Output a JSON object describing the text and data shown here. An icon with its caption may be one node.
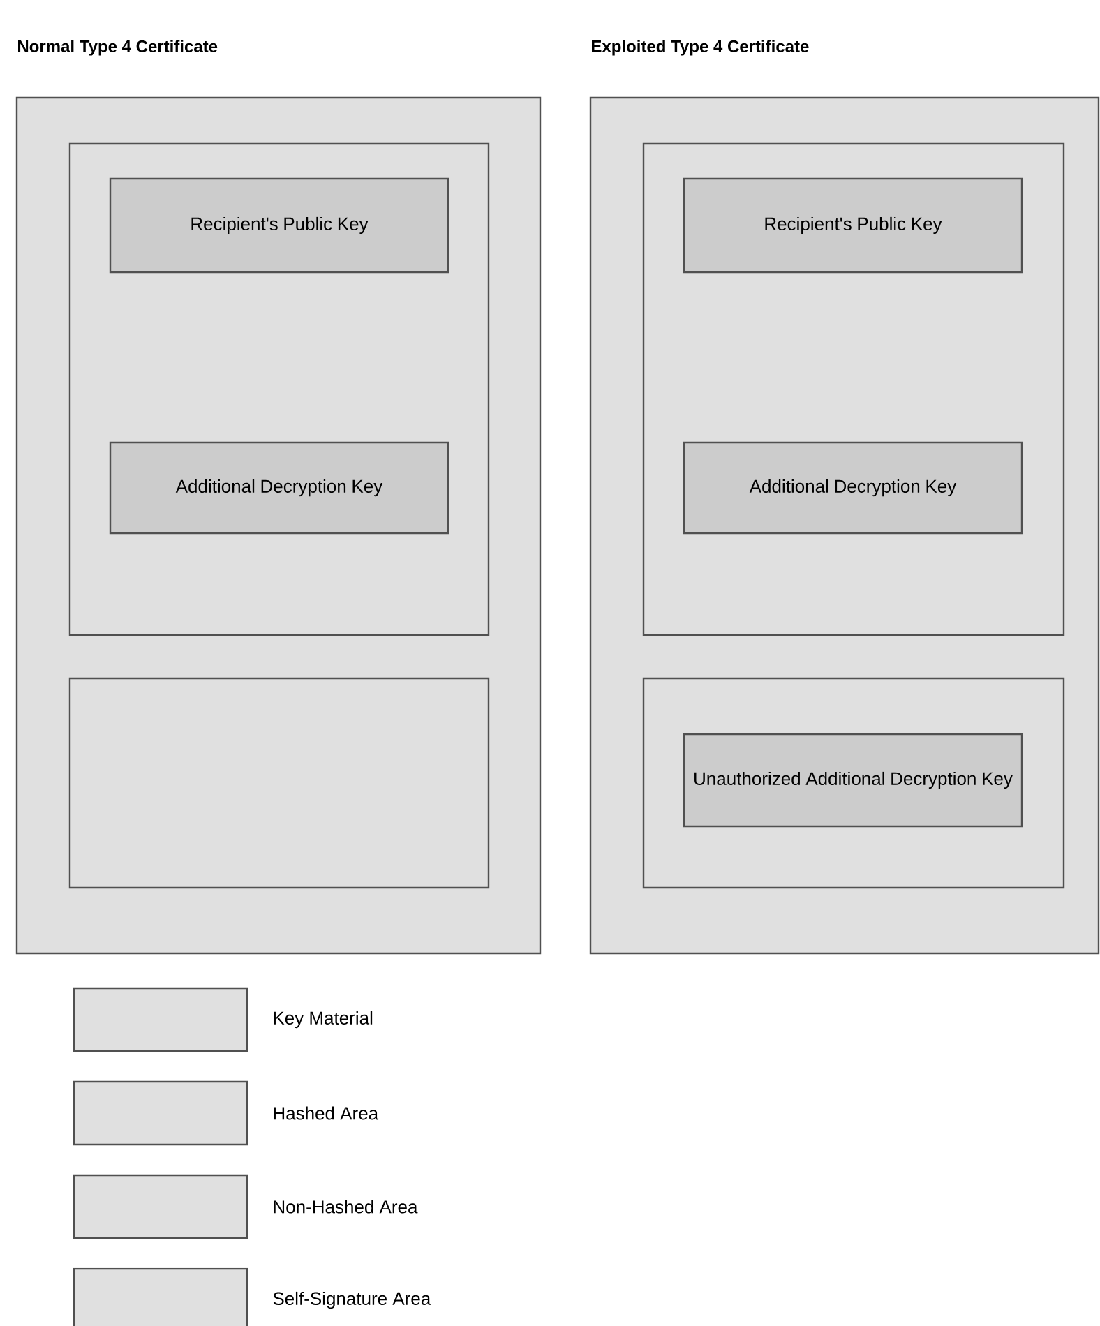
{
  "diagram": {
    "nodes": [
      {
        "text": [
          "Normal Type 4 Certificate"
        ]
      },
      {
        "text": [],
        "shape": "box",
        "in": 0
      },
      {
        "text": [
          "Recipient's Public Key"
        ],
        "in": 1
      },
      {
        "text": [
          "Additional Decryption Key"
        ],
        "in": 1
      },
      {
        "text": [],
        "shape": "box",
        "in": 0
      },
      {
        "text": [
          "Exploited Type 4 Certificate"
        ]
      },
      {
        "text": [],
        "shape": "box",
        "in": 5
      },
      {
        "text": [
          "Recipient's Public Key"
        ],
        "in": 6
      },
      {
        "text": [
          "Additional Decryption Key"
        ],
        "in": 6
      },
      {
        "text": [],
        "shape": "box",
        "in": 5
      },
      {
        "text": [
          "Unauthorized Additional Decryption Key"
        ],
        "in": 9
      }
    ],
    "legend": [
      {
        "text": "Key Material",
        "color": "#e0e0e0"
      },
      {
        "text": "Hashed Area",
        "color": "#e0e0e0"
      },
      {
        "text": "Non-Hashed Area",
        "color": "#e0e0e0"
      },
      {
        "text": "Self-Signature Area",
        "color": "#e0e0e0"
      }
    ]
  }
}
